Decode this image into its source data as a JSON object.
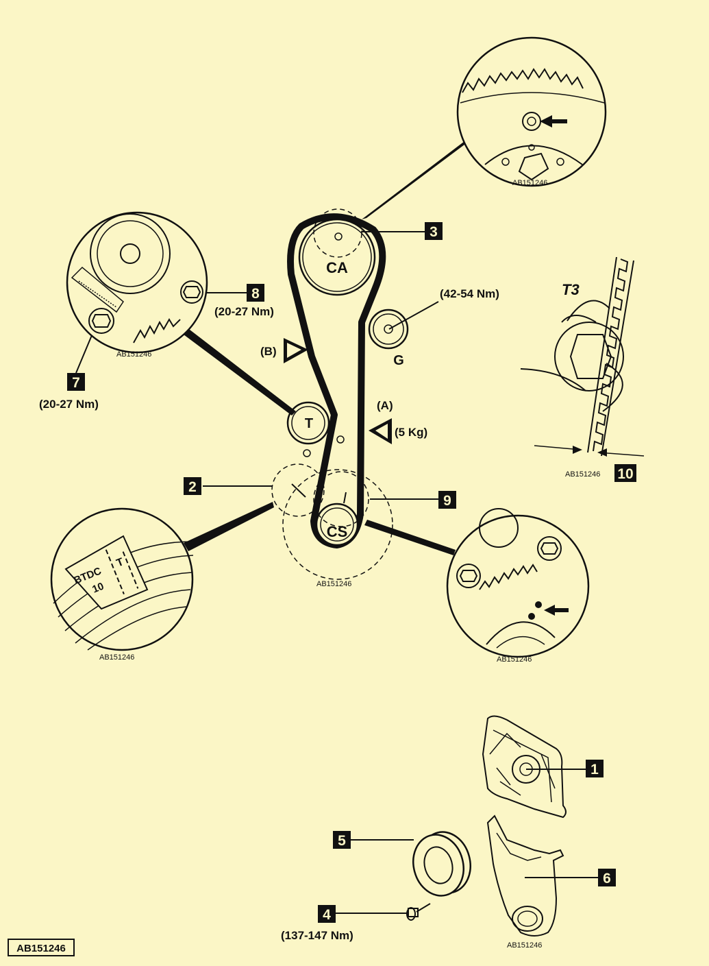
{
  "reference_code": "AB151246",
  "callouts": {
    "c1": "1",
    "c2": "2",
    "c3": "3",
    "c4": "4",
    "c5": "5",
    "c6": "6",
    "c7": "7",
    "c8": "8",
    "c9": "9",
    "c10": "10"
  },
  "torques": {
    "bolt_8": "(20-27 Nm)",
    "bolt_7": "(20-27 Nm)",
    "idler_g": "(42-54 Nm)",
    "bolt_4": "(137-147 Nm)"
  },
  "pulleys": {
    "camshaft": "CA",
    "crankshaft": "CS",
    "tensioner": "T",
    "idler": "G"
  },
  "belt_marks": {
    "a": "(A)",
    "b": "(B)",
    "force": "(5 Kg)"
  },
  "timing_scale": {
    "btdc": "BTDC",
    "ten": "10",
    "t": "T"
  },
  "detail_t3": "T3"
}
